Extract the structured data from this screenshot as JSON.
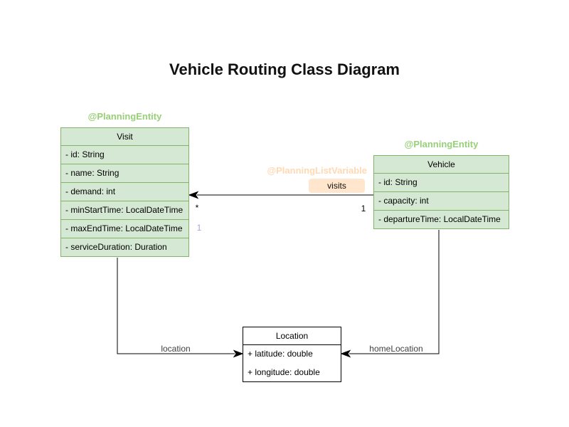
{
  "title": "Vehicle Routing Class Diagram",
  "colors": {
    "class_fill_green": "#d5e8d4",
    "class_border_green": "#82b366",
    "annotation_green": "#97d077",
    "annotation_orange": "#ffd9b3",
    "badge_fill_orange": "#ffe6cc",
    "stray_multiplicity_purple": "#b3a2c7",
    "line_black": "#000000"
  },
  "classes": {
    "visit": {
      "annotation": "@PlanningEntity",
      "name": "Visit",
      "attributes": [
        "- id: String",
        "- name: String",
        "- demand: int",
        "- minStartTime: LocalDateTime",
        "- maxEndTime: LocalDateTime",
        "- serviceDuration: Duration"
      ]
    },
    "vehicle": {
      "annotation": "@PlanningEntity",
      "name": "Vehicle",
      "attributes": [
        "- id: String",
        "- capacity: int",
        "- departureTime: LocalDateTime"
      ]
    },
    "location": {
      "name": "Location",
      "attributes": [
        "+ latitude: double",
        "+ longitude: double"
      ]
    }
  },
  "edges": {
    "visits": {
      "annotation": "@PlanningListVariable",
      "label": "visits",
      "multiplicity_at_visit": "*",
      "multiplicity_at_vehicle": "1",
      "stray_multiplicity": "1"
    },
    "location": {
      "label": "location"
    },
    "home_location": {
      "label": "homeLocation"
    }
  }
}
